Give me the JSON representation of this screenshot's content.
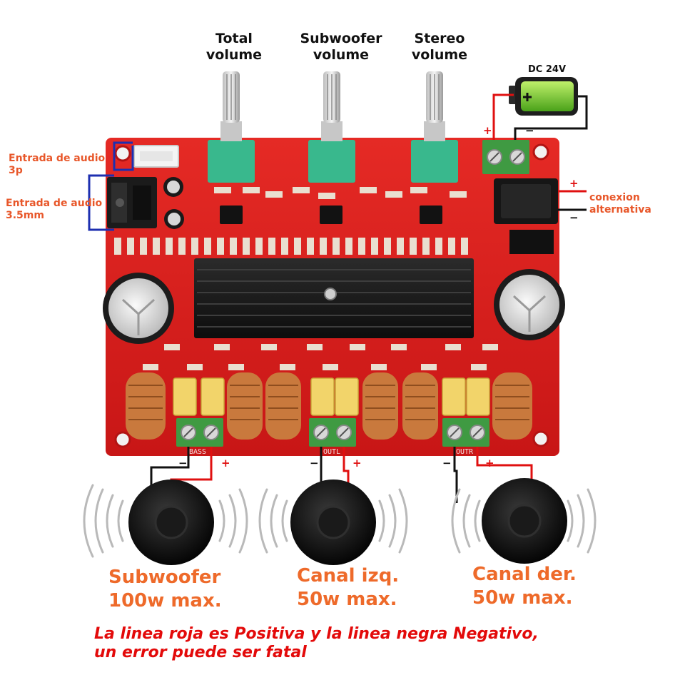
{
  "knobs": [
    {
      "line1": "Total",
      "line2": "volume"
    },
    {
      "line1": "Subwoofer",
      "line2": "volume"
    },
    {
      "line1": "Stereo",
      "line2": "volume"
    }
  ],
  "power": {
    "battery_label": "DC 24V",
    "alt_line1": "conexion",
    "alt_line2": "alternativa"
  },
  "inputs": [
    {
      "line1": "Entrada de audio",
      "line2": "3p"
    },
    {
      "line1": "Entrada de audio",
      "line2": "3.5mm"
    }
  ],
  "outputs": [
    {
      "line1": "Subwoofer",
      "line2": "100w max.",
      "silk": "BASS"
    },
    {
      "line1": "Canal izq.",
      "line2": "50w max.",
      "silk": "OUTL"
    },
    {
      "line1": "Canal der.",
      "line2": "50w max.",
      "silk": "OUTR"
    }
  ],
  "polarity": {
    "minus": "−",
    "plus": "+"
  },
  "warning": {
    "line1": "La linea roja es Positiva y la linea negra Negativo,",
    "line2": "un error puede ser fatal"
  },
  "colors": {
    "pcb": "#d91f1f",
    "positive_wire": "#e01010",
    "negative_wire": "#111111",
    "label_orange": "#e8572a",
    "warning_red": "#e30a0a"
  }
}
